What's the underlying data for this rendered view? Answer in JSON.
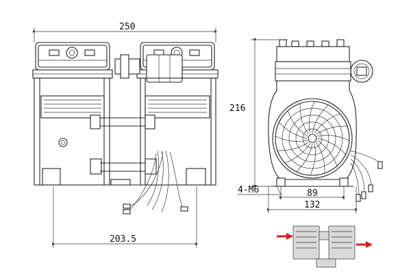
{
  "dimensions": {
    "overall_width": "250",
    "mount_spacing": "203.5",
    "height": "216",
    "mount_holes": "4-M6",
    "hole_spacing": "89",
    "base_width": "132"
  },
  "colors": {
    "line": "#222222",
    "arrow": "#d21f1f"
  },
  "icons": [
    "fan-guard-icon",
    "flow-arrow-in-icon",
    "flow-arrow-out-icon"
  ]
}
